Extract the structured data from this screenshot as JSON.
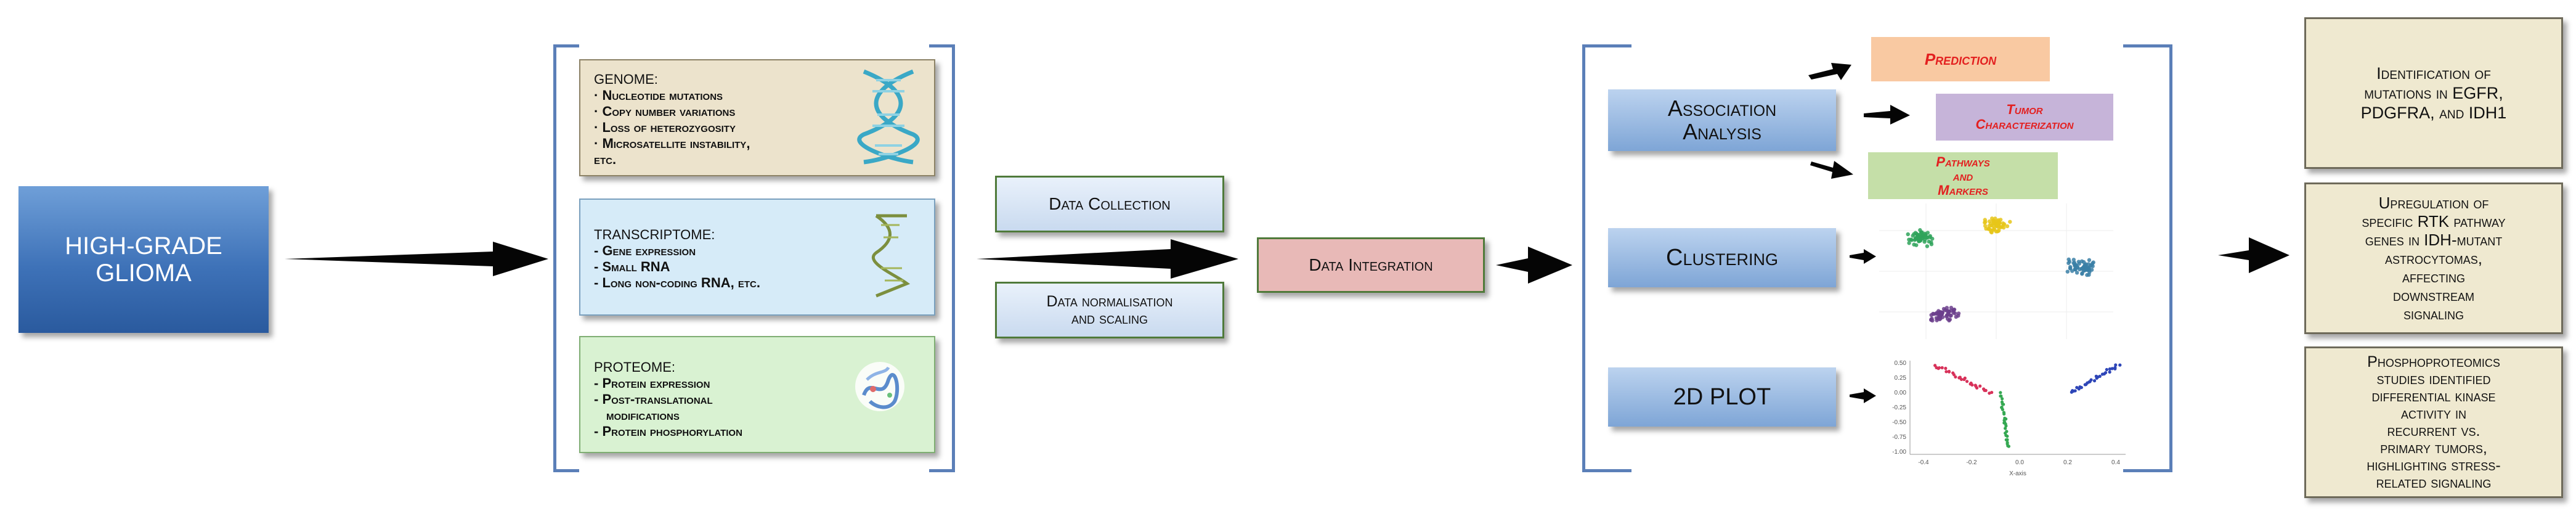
{
  "input": {
    "label_line1": "HIGH-GRADE",
    "label_line2": "GLIOMA"
  },
  "omics": {
    "genome": {
      "title": "GENOME:",
      "items": [
        "· Nucleotide mutations",
        "· Copy number variations",
        "· Loss of heterozygosity",
        "· Microsatellite instability,",
        "etc."
      ]
    },
    "transcriptome": {
      "title": "TRANSCRIPTOME:",
      "items": [
        "- Gene expression",
        "- Small RNA",
        "- Long non-coding RNA, etc."
      ]
    },
    "proteome": {
      "title": "PROTEOME:",
      "items": [
        "- Protein expression",
        "- Post-translational",
        "modifications",
        "- Protein phosphorylation"
      ]
    }
  },
  "processing": {
    "collection": "Data Collection",
    "normalisation_line1": "Data normalisation",
    "normalisation_line2": "and scaling",
    "integration": "Data Integration"
  },
  "methods": {
    "association_line1": "Association",
    "association_line2": "Analysis",
    "clustering": "Clustering",
    "plot2d": "2D PLOT"
  },
  "outputs": {
    "prediction": "Prediction",
    "tumor_line1": "Tumor",
    "tumor_line2": "Characterization",
    "pathways_line1": "Pathways",
    "pathways_line2": "and",
    "pathways_line3": "Markers"
  },
  "scatter": {
    "yticks": [
      "0.50",
      "0.25",
      "0.00",
      "-0.25",
      "-0.50",
      "-0.75",
      "-1.00"
    ],
    "xticks": [
      "-0.4",
      "-0.2",
      "0.0",
      "0.2",
      "0.4"
    ],
    "xlabel": "X-axis"
  },
  "findings": [
    {
      "lines": [
        "Identification of",
        "mutations in EGFR,",
        "PDGFRA, and IDH1"
      ]
    },
    {
      "lines": [
        "Upregulation of",
        "specific RTK pathway",
        "genes in IDH-mutant",
        "astrocytomas,",
        "affecting",
        "downstream",
        "signaling"
      ]
    },
    {
      "lines": [
        "Phosphoproteomics",
        "studies identified",
        "differential kinase",
        "activity in",
        "recurrent vs.",
        "primary tumors,",
        "highlighting stress-",
        "related signaling"
      ]
    }
  ],
  "colors": {
    "brand_blue": "#3e72b8",
    "genome_bg": "#ece3cc",
    "transcriptome_bg": "#d6ebf8",
    "proteome_bg": "#d9f2d2",
    "integration_bg": "#e8b9b7",
    "prediction_bg": "#f9c9a2",
    "tumor_bg": "#c6b4d9",
    "pathways_bg": "#c5dfa8",
    "red_text": "#e32020",
    "finding_bg": "#efe9d0",
    "cluster_green": "#2fa35a",
    "cluster_yellow": "#e6c619",
    "cluster_teal": "#3a7fa6",
    "cluster_purple": "#6b3e8c"
  }
}
